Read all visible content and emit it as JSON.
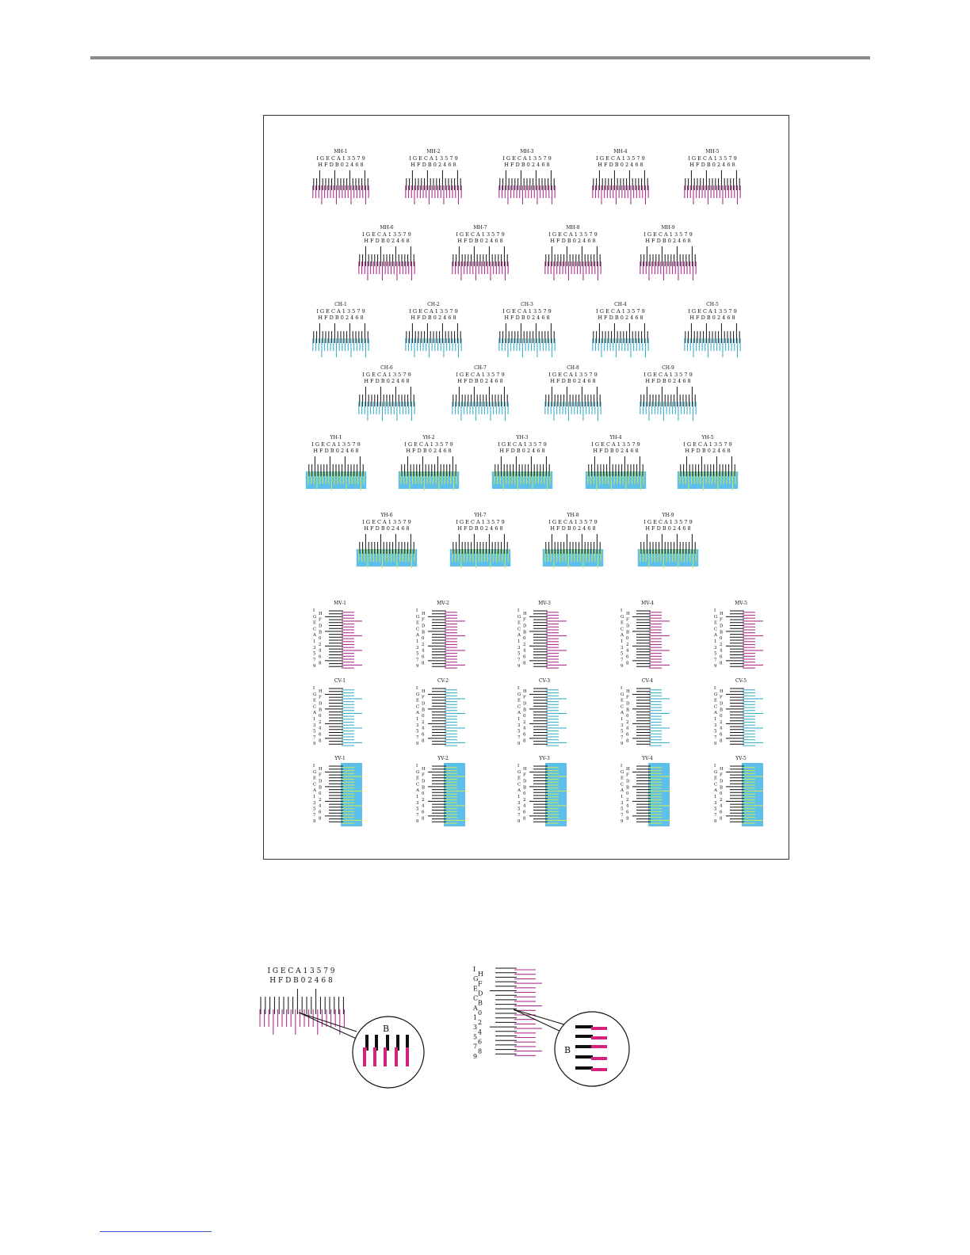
{
  "colors": {
    "black": "#111111",
    "magenta": "#b0318f",
    "cyan": "#3fb1cc",
    "yellow": "#c8e55a",
    "yellow_bg": "#5cc0ea",
    "frame": "#333333",
    "rule": "#8a8a8a",
    "link": "#3b55c9"
  },
  "scale": {
    "row1": "I G E C A 1 3 5 7 9",
    "row2": "H F D B 0 2 4 6 8"
  },
  "vertical_scale_chars": [
    "I",
    "H",
    "G",
    "F",
    "E",
    "D",
    "C",
    "B",
    "A",
    "0",
    "1",
    "2",
    "3",
    "4",
    "5",
    "6",
    "7",
    "8",
    "9"
  ],
  "horizontal_charts": {
    "magenta": [
      "MH-1",
      "MH-2",
      "MH-3",
      "MH-4",
      "MH-5",
      "MH-6",
      "MH-7",
      "MH-8",
      "MH-9"
    ],
    "cyan": [
      "CH-1",
      "CH-2",
      "CH-3",
      "CH-4",
      "CH-5",
      "CH-6",
      "CH-7",
      "CH-8",
      "CH-9"
    ],
    "yellow": [
      "YH-1",
      "YH-2",
      "YH-3",
      "YH-4",
      "YH-5",
      "YH-6",
      "YH-7",
      "YH-8",
      "YH-9"
    ]
  },
  "vertical_charts": {
    "magenta": [
      "MV-1",
      "MV-2",
      "MV-3",
      "MV-4",
      "MV-5"
    ],
    "cyan": [
      "CV-1",
      "CV-2",
      "CV-3",
      "CV-4",
      "CV-5"
    ],
    "yellow": [
      "YV-1",
      "YV-2",
      "YV-3",
      "YV-4",
      "YV-5"
    ]
  },
  "examples": {
    "horizontal": {
      "row1": "I G E C A 1 3 5 7 9",
      "row2": "H F D B 0 2 4 6 8",
      "callout": "B"
    },
    "vertical": {
      "callout": "B"
    }
  }
}
